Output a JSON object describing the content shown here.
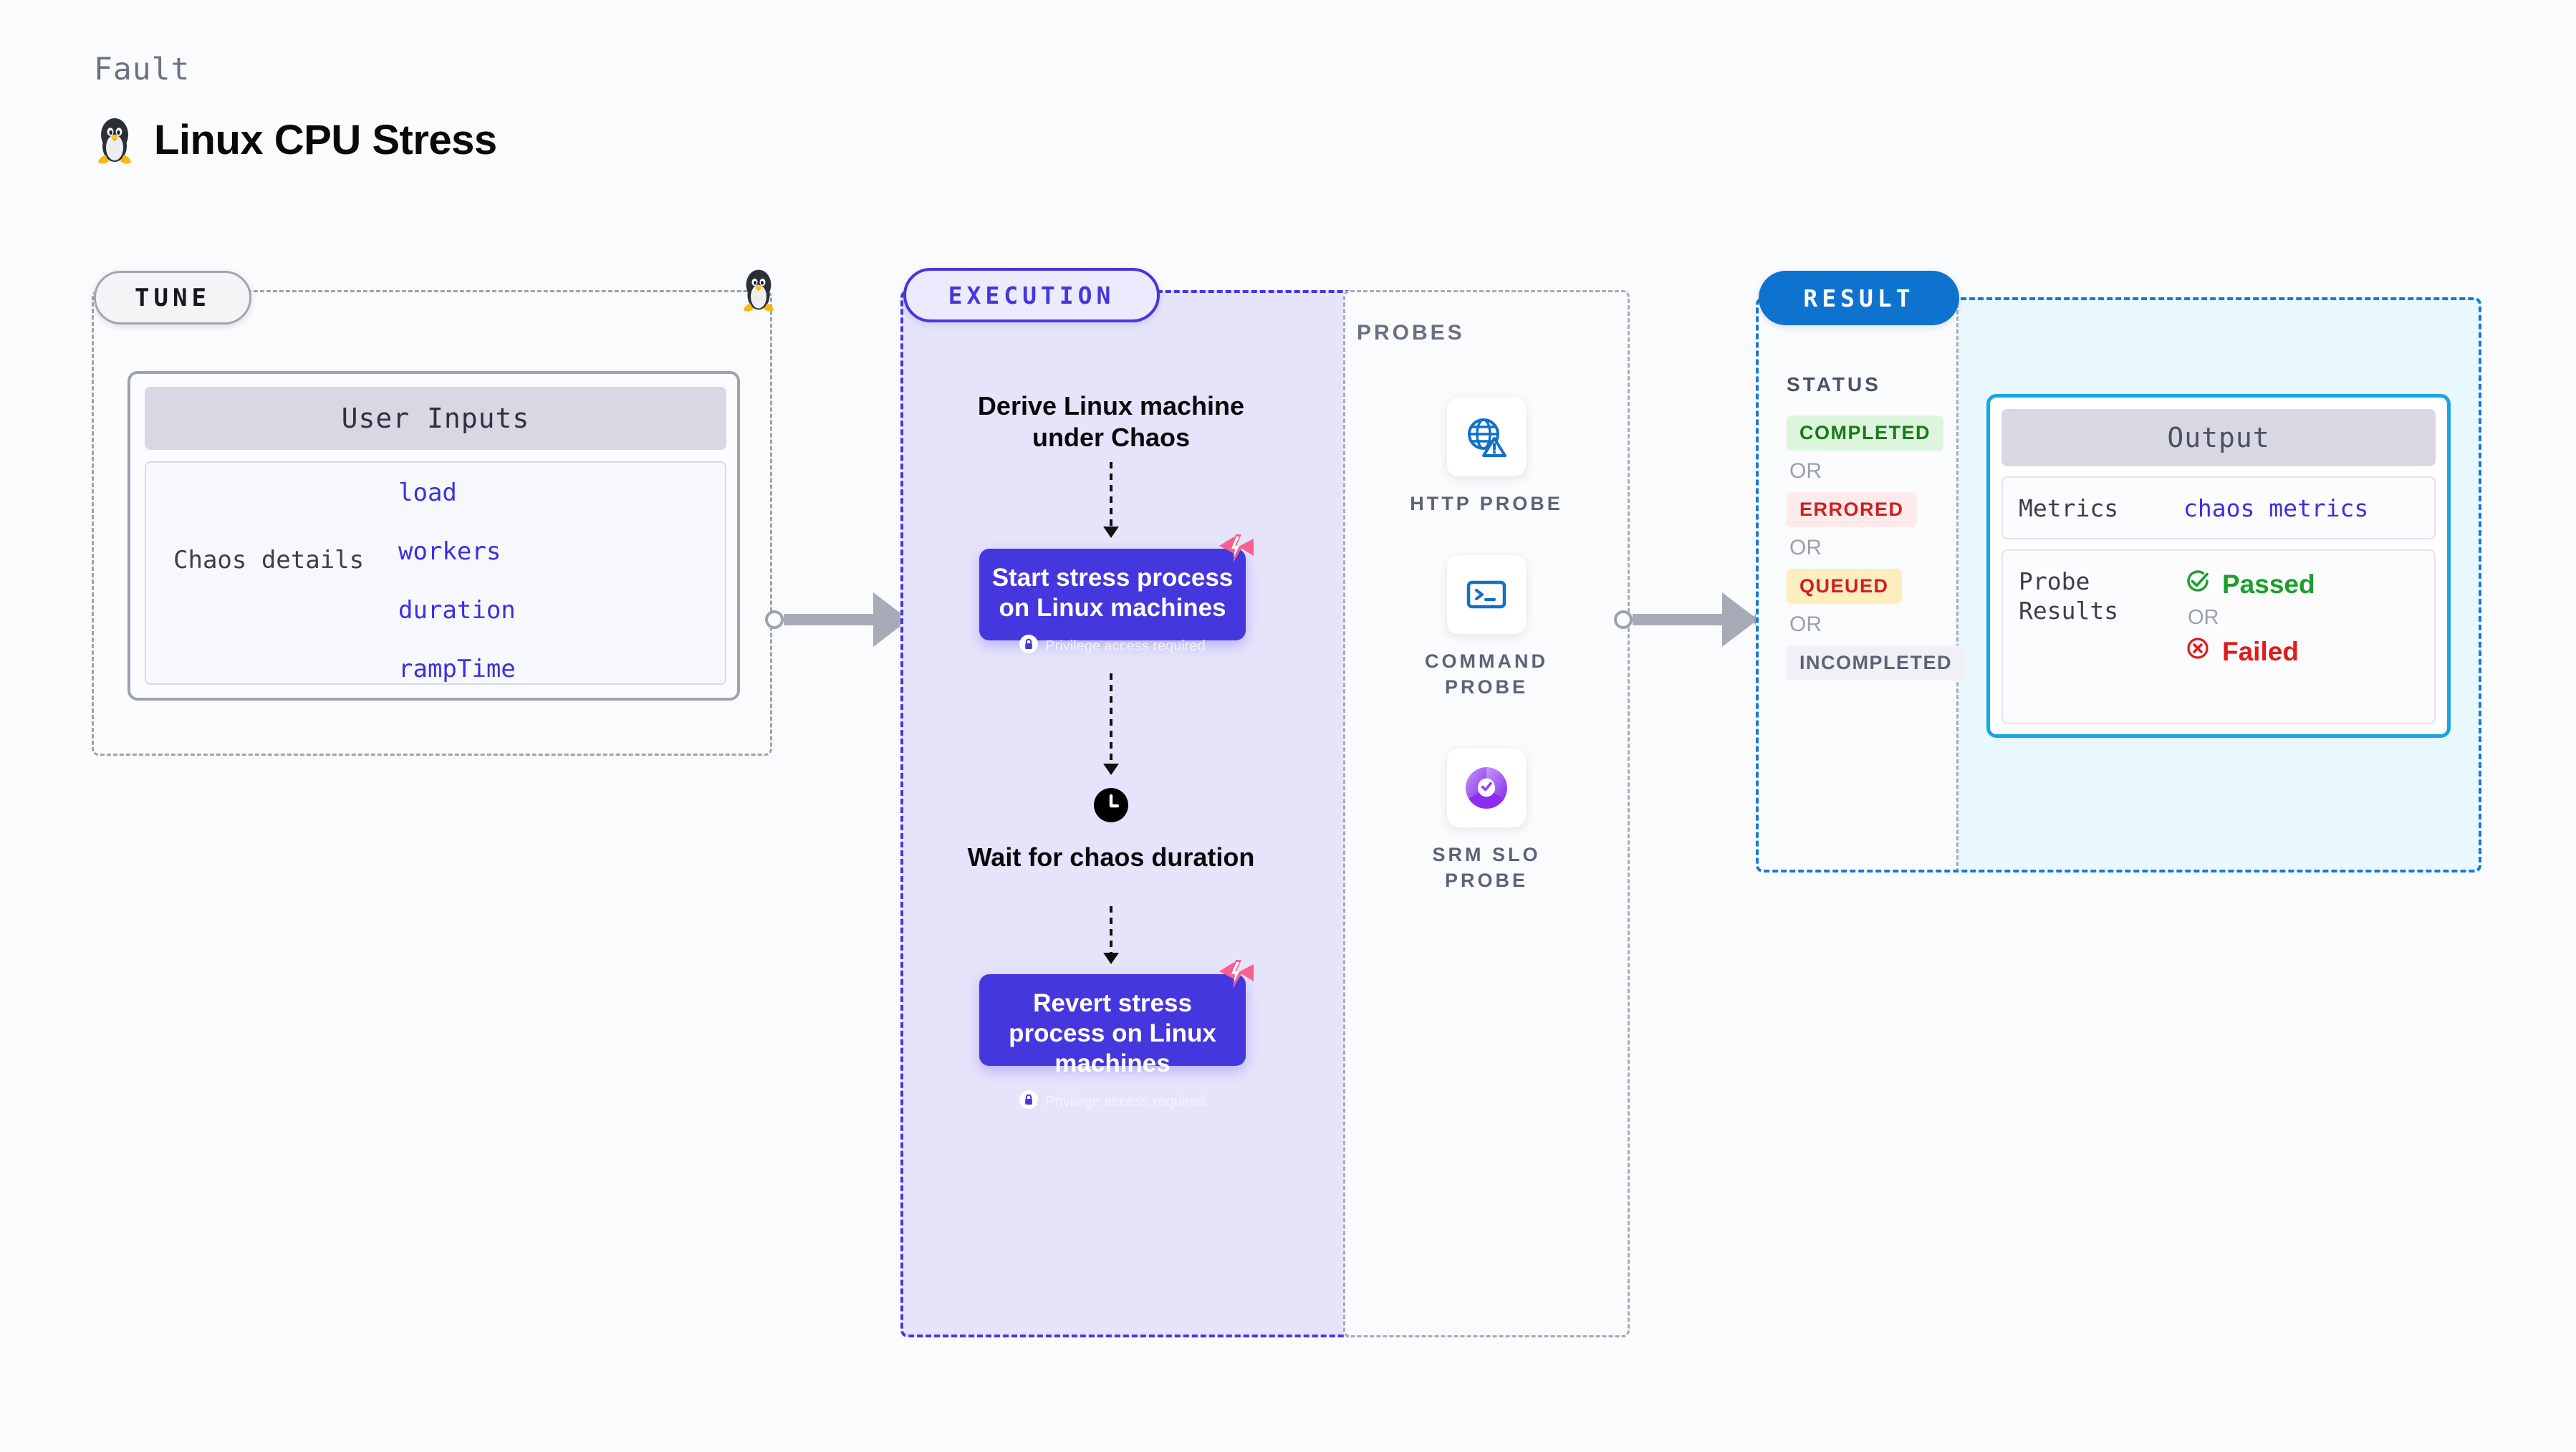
{
  "header": {
    "kicker": "Fault",
    "title": "Linux CPU Stress",
    "icon": "linux-penguin-icon"
  },
  "tune": {
    "badge": "TUNE",
    "icon": "linux-penguin-icon",
    "card_header": "User Inputs",
    "row_label": "Chaos details",
    "params": [
      "load",
      "workers",
      "duration",
      "rampTime"
    ]
  },
  "execution": {
    "badge": "EXECUTION",
    "derive_step": "Derive Linux machine under Chaos",
    "start_step": {
      "title": "Start stress process on Linux machines",
      "privilege": "Privilege access required",
      "badge_icon": "harness-chaos-icon",
      "lock_icon": "lock-icon"
    },
    "wait_step": {
      "title": "Wait for chaos duration",
      "icon": "clock-icon"
    },
    "revert_step": {
      "title": "Revert stress process on Linux machines",
      "privilege": "Privilege access required",
      "badge_icon": "harness-chaos-icon",
      "lock_icon": "lock-icon"
    }
  },
  "probes": {
    "label": "PROBES",
    "items": [
      {
        "label": "HTTP PROBE",
        "icon": "globe-warning-icon"
      },
      {
        "label": "COMMAND PROBE",
        "icon": "terminal-icon"
      },
      {
        "label": "SRM SLO PROBE",
        "icon": "slo-donut-check-icon"
      }
    ]
  },
  "result": {
    "badge": "RESULT",
    "status_label": "STATUS",
    "or_label": "OR",
    "statuses": [
      {
        "text": "COMPLETED",
        "color": "#1a7a1a",
        "bg": "#dcf5dc"
      },
      {
        "text": "ERRORED",
        "color": "#cc2121",
        "bg": "#fdeaea"
      },
      {
        "text": "QUEUED",
        "color": "#cc2121",
        "bg": "#fdeebf"
      },
      {
        "text": "INCOMPLETED",
        "color": "#5c6376",
        "bg": "#f0f1f6"
      }
    ],
    "output": {
      "header": "Output",
      "metrics_label": "Metrics",
      "metrics_value": "chaos metrics",
      "probe_results_label": "Probe Results",
      "passed": "Passed",
      "failed": "Failed",
      "or_label": "OR",
      "passed_icon": "check-circle-icon",
      "failed_icon": "x-circle-icon",
      "passed_color": "#1d9e2b",
      "failed_color": "#e01b1b"
    }
  },
  "colors": {
    "accent_purple": "#4537de",
    "accent_blue": "#0d73ce",
    "accent_cyan": "#18a6e3",
    "pink": "#f8608f"
  }
}
